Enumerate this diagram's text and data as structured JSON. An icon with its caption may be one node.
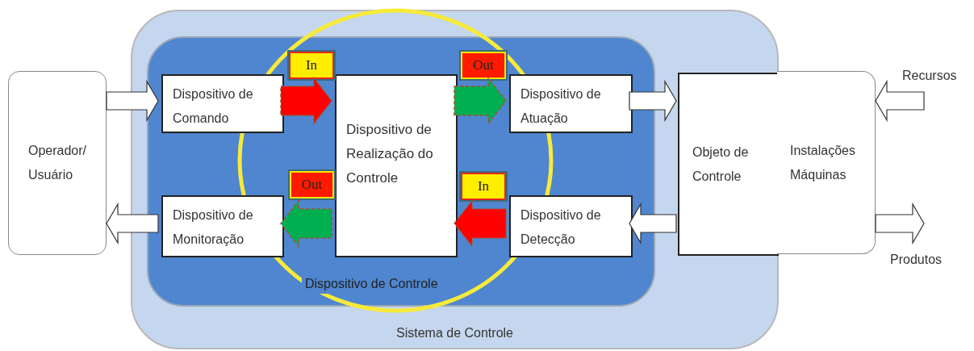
{
  "diagram": {
    "nodes": [
      {
        "text": [
          "Sistema de Controle"
        ]
      },
      {
        "text": [
          "Dispositivo de Controle"
        ],
        "in": 0
      },
      {
        "text": [
          "Dispositivo de Comando"
        ],
        "in": 1
      },
      {
        "text": [
          "Dispositivo de Realização do Controle"
        ],
        "in": 1
      },
      {
        "text": [
          "Dispositivo de Atuação"
        ],
        "in": 1
      },
      {
        "text": [
          "Dispositivo de Monitoração"
        ],
        "in": 1
      },
      {
        "text": [
          "Dispositivo de Detecção"
        ],
        "in": 1
      },
      {
        "text": [
          "In"
        ],
        "in": 1
      },
      {
        "text": [
          "Out"
        ],
        "in": 1
      },
      {
        "text": [
          "Out"
        ],
        "in": 1
      },
      {
        "text": [
          "In"
        ],
        "in": 1
      },
      {
        "text": [
          "Operador/ Usuário"
        ]
      },
      {
        "text": [
          "Objeto de Controle"
        ],
        "in": 0
      },
      {
        "text": [
          "Instalações Máquinas"
        ]
      }
    ],
    "edges": [
      {
        "from": 11,
        "to": 2,
        "arrow": "to"
      },
      {
        "from": 5,
        "to": 11,
        "arrow": "to"
      },
      {
        "from": 2,
        "to": 3,
        "arrow": "to",
        "style": "thick",
        "color": "#ff0000"
      },
      {
        "from": 3,
        "to": 4,
        "arrow": "to",
        "style": "thick",
        "color": "#00b050"
      },
      {
        "from": 3,
        "to": 5,
        "arrow": "to",
        "style": "thick",
        "color": "#00b050"
      },
      {
        "from": 6,
        "to": 3,
        "arrow": "to",
        "style": "thick",
        "color": "#ff0000"
      },
      {
        "from": 4,
        "to": 12,
        "arrow": "to"
      },
      {
        "from": 12,
        "to": 6,
        "arrow": "to"
      },
      {
        "from": null,
        "to": 13,
        "arrow": "to"
      },
      {
        "from": 13,
        "to": null,
        "arrow": "to"
      }
    ],
    "labels": [
      "Recursos",
      "Produtos"
    ]
  }
}
